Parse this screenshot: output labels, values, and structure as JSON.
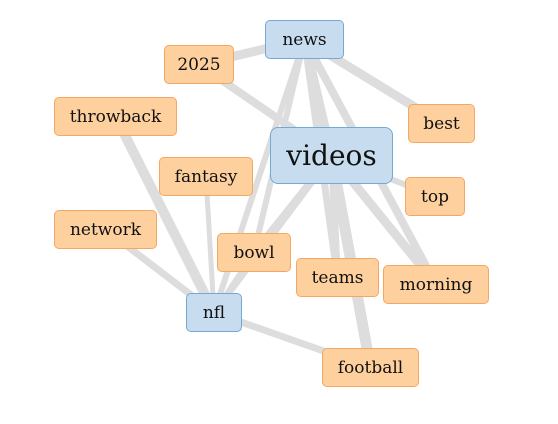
{
  "nodes": [
    {
      "id": "news",
      "label": "news",
      "kind": "hub"
    },
    {
      "id": "videos",
      "label": "videos",
      "kind": "hub"
    },
    {
      "id": "2025",
      "label": "2025",
      "kind": "term"
    },
    {
      "id": "throwback",
      "label": "throwback",
      "kind": "term"
    },
    {
      "id": "best",
      "label": "best",
      "kind": "term"
    },
    {
      "id": "fantasy",
      "label": "fantasy",
      "kind": "term"
    },
    {
      "id": "top",
      "label": "top",
      "kind": "term"
    },
    {
      "id": "network",
      "label": "network",
      "kind": "term"
    },
    {
      "id": "bowl",
      "label": "bowl",
      "kind": "term"
    },
    {
      "id": "teams",
      "label": "teams",
      "kind": "term"
    },
    {
      "id": "morning",
      "label": "morning",
      "kind": "term"
    },
    {
      "id": "nfl",
      "label": "nfl",
      "kind": "hub"
    },
    {
      "id": "football",
      "label": "football",
      "kind": "term"
    }
  ],
  "edges": [
    {
      "source": "news",
      "target": "videos"
    },
    {
      "source": "news",
      "target": "2025"
    },
    {
      "source": "news",
      "target": "best"
    },
    {
      "source": "news",
      "target": "morning"
    },
    {
      "source": "news",
      "target": "bowl"
    },
    {
      "source": "news",
      "target": "teams"
    },
    {
      "source": "news",
      "target": "nfl"
    },
    {
      "source": "videos",
      "target": "2025"
    },
    {
      "source": "videos",
      "target": "top"
    },
    {
      "source": "videos",
      "target": "morning"
    },
    {
      "source": "videos",
      "target": "teams"
    },
    {
      "source": "videos",
      "target": "football"
    },
    {
      "source": "videos",
      "target": "bowl"
    },
    {
      "source": "videos",
      "target": "nfl"
    },
    {
      "source": "nfl",
      "target": "throwback"
    },
    {
      "source": "nfl",
      "target": "network"
    },
    {
      "source": "nfl",
      "target": "fantasy"
    },
    {
      "source": "nfl",
      "target": "football"
    },
    {
      "source": "nfl",
      "target": "bowl"
    }
  ],
  "colors": {
    "term_fill": "#fdd09e",
    "term_border": "#f2a764",
    "hub_fill": "#c7dcef",
    "hub_border": "#74a9d6",
    "edge": "#dddddd"
  }
}
